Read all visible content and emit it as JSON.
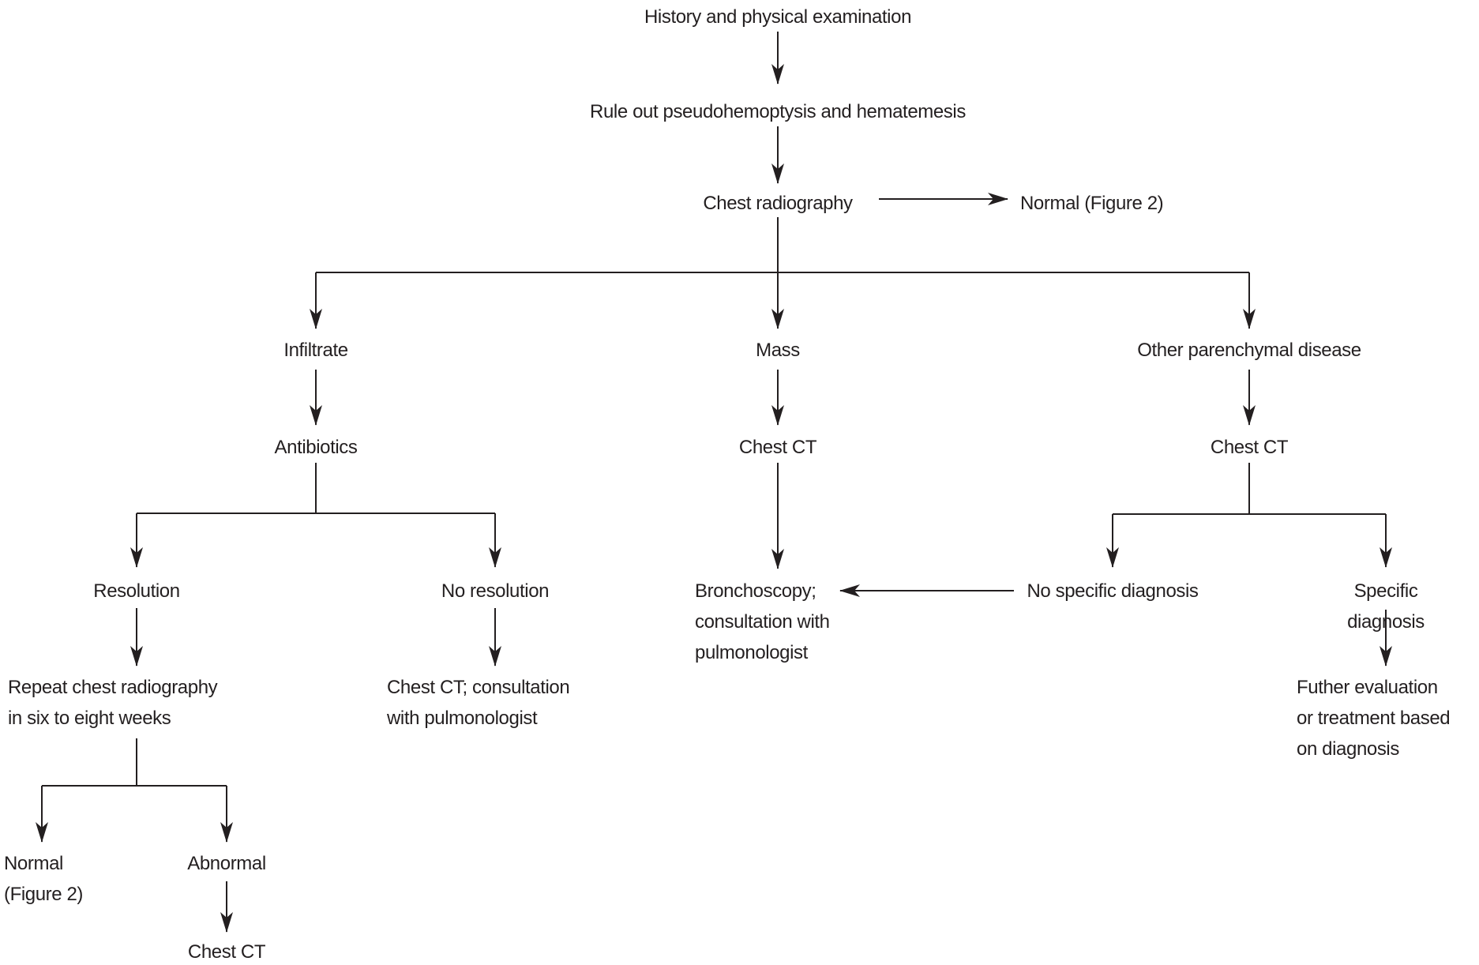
{
  "figure": {
    "type": "flowchart",
    "background": "#ffffff",
    "line_color": "#231f20",
    "text_color": "#231f20"
  },
  "nodes": {
    "history": {
      "label": "History and physical examination"
    },
    "rule_out": {
      "label": "Rule out pseudohemoptysis and hematemesis"
    },
    "chest_radiography": {
      "label": "Chest radiography"
    },
    "normal_figure2_top": {
      "label": "Normal (Figure 2)"
    },
    "infiltrate": {
      "label": "Infiltrate"
    },
    "mass": {
      "label": "Mass"
    },
    "other_parenchymal": {
      "label": "Other parenchymal disease"
    },
    "antibiotics": {
      "label": "Antibiotics"
    },
    "chest_ct_mass": {
      "label": "Chest CT"
    },
    "chest_ct_other": {
      "label": "Chest CT"
    },
    "resolution": {
      "label": "Resolution"
    },
    "no_resolution": {
      "label": "No resolution"
    },
    "bronchoscopy": {
      "label": "Bronchoscopy;\nconsultation with\npulmonologist"
    },
    "no_specific_diagnosis": {
      "label": "No specific diagnosis"
    },
    "specific_diagnosis": {
      "label": "Specific diagnosis"
    },
    "repeat_radiography": {
      "label": "Repeat chest radiography\nin six to eight weeks"
    },
    "chest_ct_consultation": {
      "label": "Chest CT; consultation\nwith pulmonologist"
    },
    "further_evaluation": {
      "label": "Futher evaluation\nor treatment based\non diagnosis"
    },
    "normal_figure2_bottom": {
      "label": "Normal\n(Figure 2)"
    },
    "abnormal": {
      "label": "Abnormal"
    },
    "chest_ct_abnormal": {
      "label": "Chest CT"
    }
  },
  "edges": [
    {
      "from": "history",
      "to": "rule_out"
    },
    {
      "from": "rule_out",
      "to": "chest_radiography"
    },
    {
      "from": "chest_radiography",
      "to": "normal_figure2_top"
    },
    {
      "from": "chest_radiography",
      "to": "infiltrate"
    },
    {
      "from": "chest_radiography",
      "to": "mass"
    },
    {
      "from": "chest_radiography",
      "to": "other_parenchymal"
    },
    {
      "from": "infiltrate",
      "to": "antibiotics"
    },
    {
      "from": "mass",
      "to": "chest_ct_mass"
    },
    {
      "from": "other_parenchymal",
      "to": "chest_ct_other"
    },
    {
      "from": "antibiotics",
      "to": "resolution"
    },
    {
      "from": "antibiotics",
      "to": "no_resolution"
    },
    {
      "from": "chest_ct_mass",
      "to": "bronchoscopy"
    },
    {
      "from": "chest_ct_other",
      "to": "no_specific_diagnosis"
    },
    {
      "from": "chest_ct_other",
      "to": "specific_diagnosis"
    },
    {
      "from": "no_specific_diagnosis",
      "to": "bronchoscopy"
    },
    {
      "from": "resolution",
      "to": "repeat_radiography"
    },
    {
      "from": "no_resolution",
      "to": "chest_ct_consultation"
    },
    {
      "from": "specific_diagnosis",
      "to": "further_evaluation"
    },
    {
      "from": "repeat_radiography",
      "to": "normal_figure2_bottom"
    },
    {
      "from": "repeat_radiography",
      "to": "abnormal"
    },
    {
      "from": "abnormal",
      "to": "chest_ct_abnormal"
    }
  ]
}
